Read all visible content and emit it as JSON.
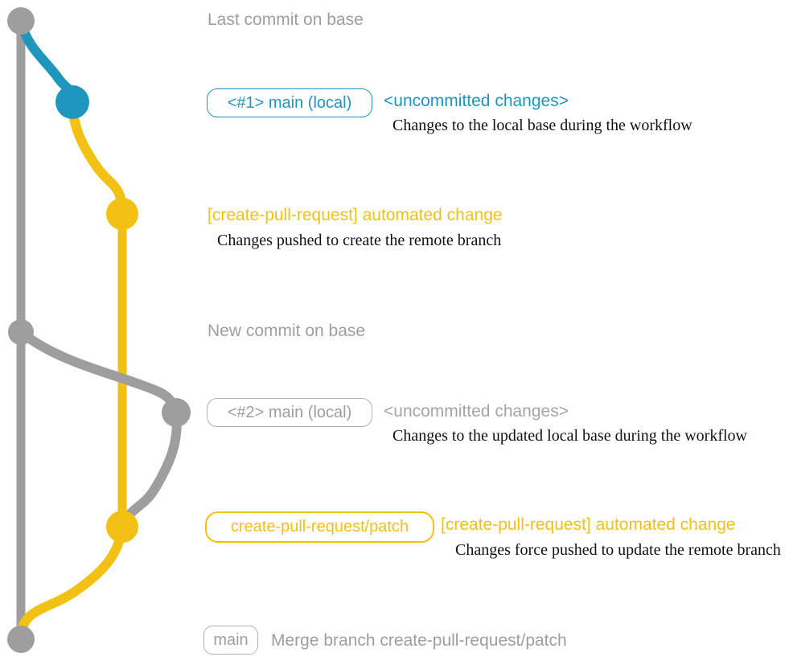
{
  "colors": {
    "gray": "#9e9e9e",
    "gray_light": "#b3b3b3",
    "blue": "#1e96be",
    "yellow": "#f2c114",
    "caption_text": "#111111",
    "background": "#ffffff"
  },
  "graph": {
    "branches": [
      {
        "name": "base",
        "color": "#9e9e9e"
      },
      {
        "name": "main (local)",
        "color": "#1e96be"
      },
      {
        "name": "create-pull-request/patch",
        "color": "#f2c114"
      }
    ],
    "commit_nodes": [
      {
        "id": 1,
        "branch": "base",
        "annotation": "Last commit on base"
      },
      {
        "id": 2,
        "branch": "main (local)",
        "annotation": "<#1> main (local) <uncommitted changes>"
      },
      {
        "id": 3,
        "branch": "create-pull-request/patch",
        "annotation": "[create-pull-request] automated change"
      },
      {
        "id": 4,
        "branch": "base",
        "annotation": "New commit on base"
      },
      {
        "id": 5,
        "branch": "main (local)",
        "annotation": "<#2> main (local) <uncommitted changes>"
      },
      {
        "id": 6,
        "branch": "create-pull-request/patch",
        "annotation": "[create-pull-request] automated change"
      },
      {
        "id": 7,
        "branch": "base",
        "annotation": "Merge branch create-pull-request/patch"
      }
    ]
  },
  "rows": {
    "last_commit": {
      "title": "Last commit on base"
    },
    "first_local": {
      "badge": "<#1> main (local)",
      "heading": "<uncommitted changes>",
      "caption": "Changes to the local base during the workflow"
    },
    "first_push": {
      "heading": "[create-pull-request] automated change",
      "caption": "Changes pushed to create the remote branch"
    },
    "new_commit": {
      "title": "New commit on base"
    },
    "second_local": {
      "badge": "<#2> main (local)",
      "heading": "<uncommitted changes>",
      "caption": "Changes to the updated local base during the workflow"
    },
    "force_push": {
      "badge": "create-pull-request/patch",
      "heading": "[create-pull-request] automated change",
      "caption": "Changes force pushed to update the remote branch"
    },
    "merge": {
      "badge": "main",
      "caption": "Merge branch create-pull-request/patch"
    }
  }
}
